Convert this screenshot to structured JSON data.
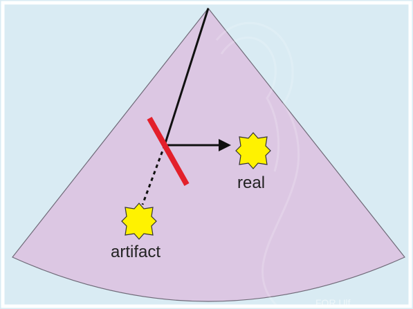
{
  "labels": {
    "real": "real",
    "artifact": "artifact"
  },
  "watermark": "FOR Ulf",
  "colors": {
    "background": "#d9ebf3",
    "sector_fill": "#dcc7e3",
    "sector_edge": "#6f6a78",
    "beam": "#111111",
    "reflector": "#e3202b",
    "target_fill": "#fff200",
    "target_edge": "#333333",
    "label": "#222222"
  },
  "icons": {
    "real_target": "star-icon",
    "artifact_target": "star-icon",
    "arrowhead": "arrowhead-icon"
  }
}
